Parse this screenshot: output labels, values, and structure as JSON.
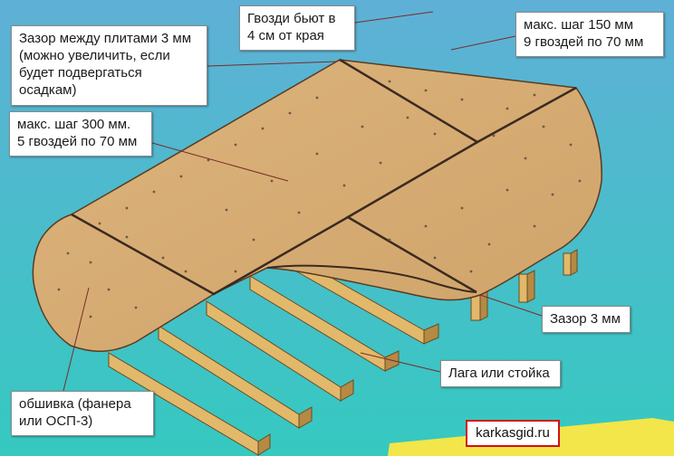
{
  "colors": {
    "background_top": "#5fb0d6",
    "background_bottom": "#35c9c0",
    "sheathing": "#d6ad74",
    "joist": "#e2b96a",
    "seam": "#3b2a1f"
  },
  "labels": {
    "nails": [
      "Гвозди бьют в",
      "4 см от края"
    ],
    "step150": [
      "макс. шаг 150 мм",
      "9 гвоздей по 70 мм"
    ],
    "gap_plates": [
      "Зазор между плитами 3 мм",
      "(можно увеличить, если",
      "будет подвергаться",
      "осадкам)"
    ],
    "step300": [
      "макс. шаг 300 мм.",
      "5 гвоздей по 70 мм"
    ],
    "gap3": "Зазор 3 мм",
    "joist": "Лага или стойка",
    "sheathing": [
      "обшивка (фанера",
      "или ОСП-3)"
    ]
  },
  "watermark": "karkasgid.ru"
}
